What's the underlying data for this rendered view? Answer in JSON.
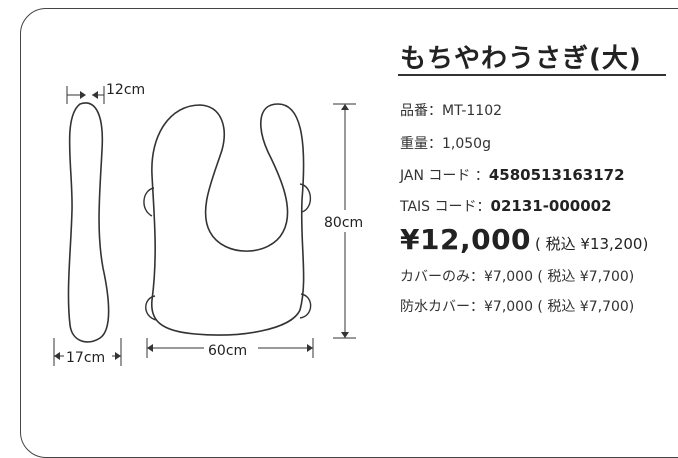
{
  "product": {
    "title": "もちやわうさぎ(大)",
    "item_no": "品番：MT-1102",
    "weight": "重量：1,050g",
    "jan_label": "JAN コード ：",
    "jan_value": "4580513163172",
    "tais_label": "TAIS コード：",
    "tais_value": "02131-000002",
    "price": "¥12,000",
    "price_tax": "( 税込 ¥13,200)",
    "cover_only": "カバーのみ：¥7,000 ( 税込 ¥7,700)",
    "waterproof_cover": "防水カバー：¥7,000 ( 税込 ¥7,700)"
  },
  "dimensions": {
    "top_width": "12cm",
    "bottom_width": "17cm",
    "width": "60cm",
    "height": "80cm"
  }
}
